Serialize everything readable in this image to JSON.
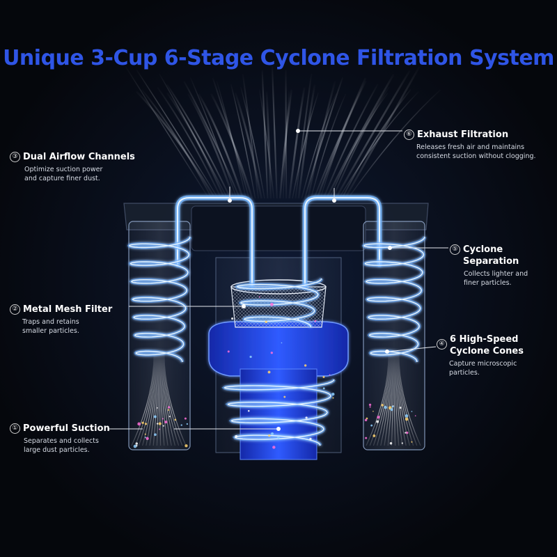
{
  "title": "Unique 3-Cup 6-Stage Cyclone Filtration System",
  "colors": {
    "title": "#2f55e6",
    "background": "#05070c",
    "glow": "#5aa8ff",
    "core": "#1f3ce0",
    "text": "#ffffff",
    "subtext": "#d8dde6"
  },
  "callouts": [
    {
      "number": "③",
      "name": "Dual Airflow Channels",
      "desc": "Optimize suction power\nand capture finer dust."
    },
    {
      "number": "②",
      "name": "Metal Mesh Filter",
      "desc": "Traps and retains\nsmaller particles."
    },
    {
      "number": "①",
      "name": "Powerful Suction",
      "desc": "Separates and collects\nlarge dust particles."
    },
    {
      "number": "⑥",
      "name": "Exhaust Filtration",
      "desc": "Releases fresh air and maintains\nconsistent suction without clogging."
    },
    {
      "number": "⑤",
      "name": "Cyclone\nSeparation",
      "desc": "Collects lighter and\nfiner particles."
    },
    {
      "number": "④",
      "name": "6 High-Speed\nCyclone Cones",
      "desc": "Capture microscopic\nparticles."
    }
  ]
}
